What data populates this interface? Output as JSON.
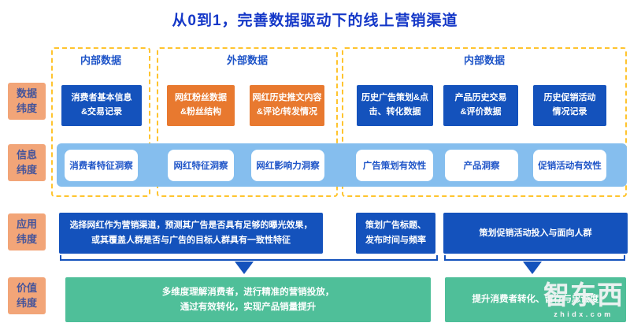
{
  "title": "从0到1，完善数据驱动下的线上营销渠道",
  "dimension_labels": [
    "数据\n纬度",
    "信息\n纬度",
    "应用\n纬度",
    "价值\n纬度"
  ],
  "groups": [
    "内部数据",
    "外部数据",
    "内部数据"
  ],
  "data_row": [
    {
      "text": "消费者基本信息\n&交易记录",
      "source": "internal"
    },
    {
      "text": "网红粉丝数据\n&粉丝结构",
      "source": "external"
    },
    {
      "text": "网红历史推文内容\n&评论/转发情况",
      "source": "external"
    },
    {
      "text": "历史广告策划&点\n击、转化数据",
      "source": "internal"
    },
    {
      "text": "产品历史交易\n&评价数据",
      "source": "internal"
    },
    {
      "text": "历史促销活动\n情况记录",
      "source": "internal"
    }
  ],
  "info_row": [
    "消费者特征洞察",
    "网红特征洞察",
    "网红影响力洞察",
    "广告策划有效性",
    "产品洞察",
    "促销活动有效性"
  ],
  "app_row": [
    "选择网红作为营销渠道，预测其广告是否具有足够的曝光效果，\n或其覆盖人群是否与广告的目标人群具有一致性特征",
    "策划广告标题、\n发布时间与频率",
    "策划促销活动投入与面向人群"
  ],
  "value_row": [
    "多维度理解消费者，进行精准的营销投放，\n通过有效转化，实现产品销量提升",
    "提升消费者转化、留存与忠诚度"
  ],
  "watermark": {
    "logo": "智东西",
    "url": "zhidx.com"
  },
  "colors": {
    "title": "#1538C8",
    "box_blue": "#1452BC",
    "box_orange": "#E8792F",
    "label_bg": "#F2A578",
    "label_text": "#44549B",
    "dashed": "#FFC42E",
    "band": "#85BEEE",
    "green": "#4FBF99"
  }
}
